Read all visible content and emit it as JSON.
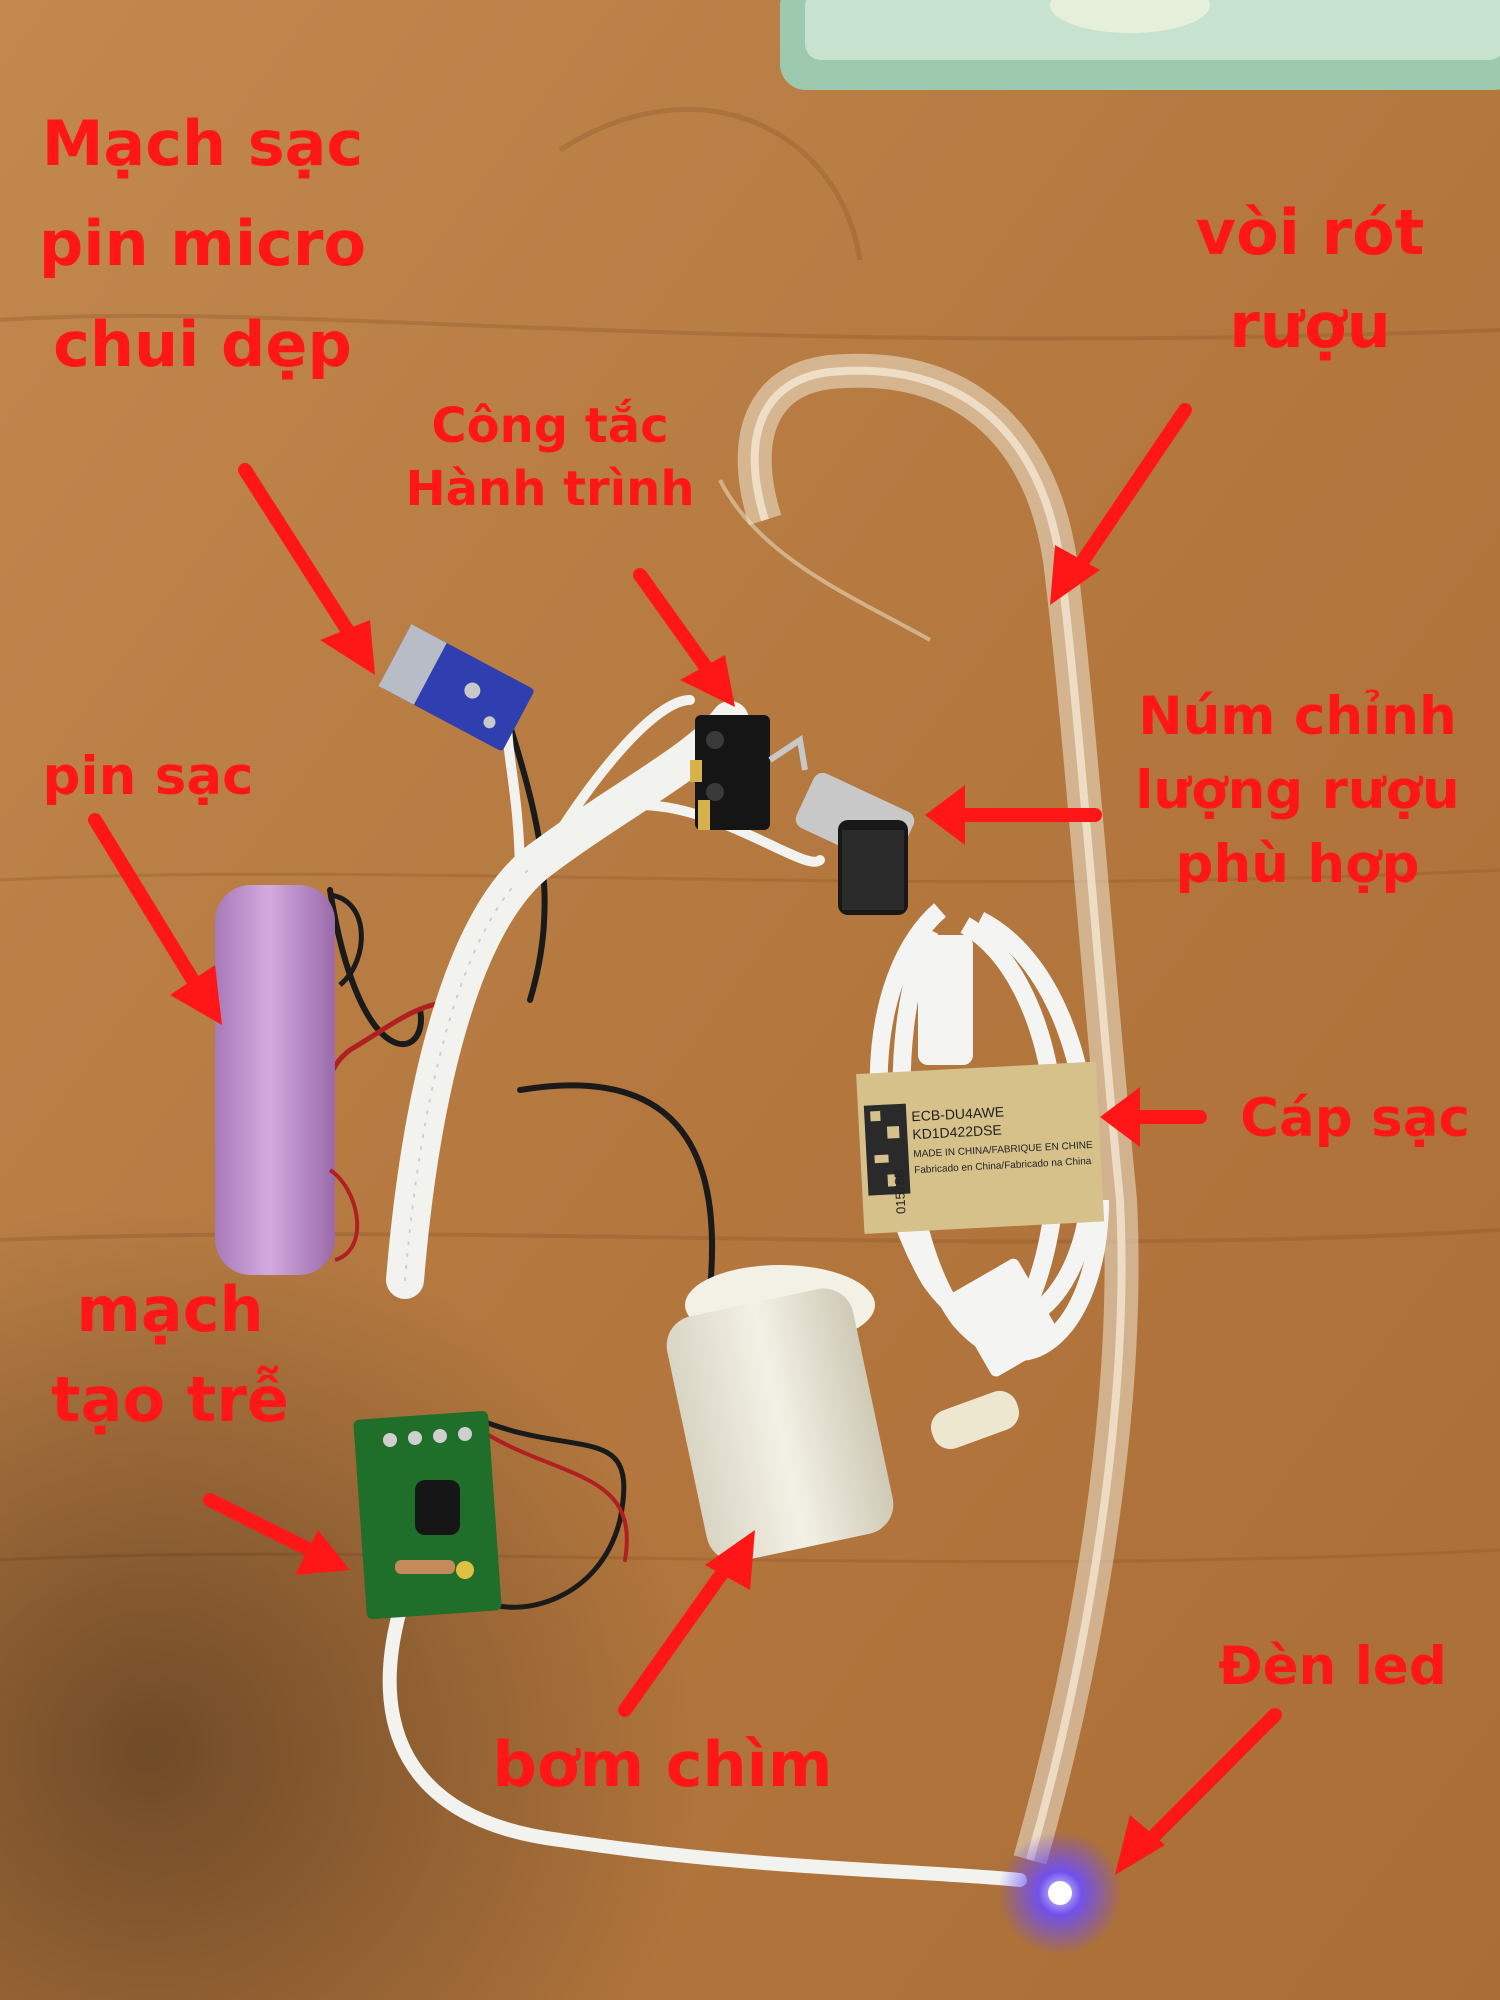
{
  "labels": {
    "charger_board": [
      "Mạch sạc",
      "pin micro",
      "chui dẹp"
    ],
    "battery": "pin sạc",
    "limit_switch": [
      "Công tắc",
      "Hành trình"
    ],
    "pour_tube": [
      "vòi rót",
      "rượu"
    ],
    "volume_knob": [
      "Núm chỉnh",
      "lượng rượu",
      "phù hợp"
    ],
    "charge_cable": "Cáp sạc",
    "delay_circuit": [
      "mạch",
      "tạo trễ"
    ],
    "pump": "bơm chìm",
    "led": "Đèn led"
  },
  "cable_band": {
    "line1": "ECB-DU4AWE",
    "line2": "KD1D422DSE",
    "line3": "MADE IN CHINA/FABRIQUE EN CHINE",
    "line4": "Fabricado en China/Fabricado na China",
    "side_code": "01578B"
  },
  "colors": {
    "annotation": "#ff1717",
    "table_wood": "#b4783f",
    "battery": "#c79ad6",
    "pcb": "#1f6e2a",
    "led_glow": "#6a4dff"
  }
}
